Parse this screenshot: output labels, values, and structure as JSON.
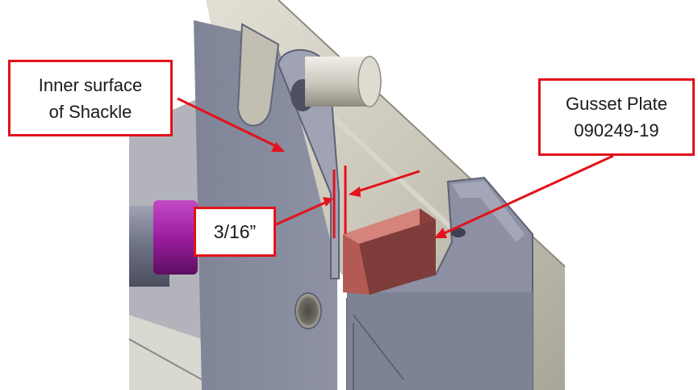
{
  "callouts": {
    "inner_surface": {
      "text": "Inner surface\nof Shackle"
    },
    "gusset_plate": {
      "text": "Gusset Plate\n090249-19"
    },
    "dimension": {
      "text": "3/16”"
    }
  },
  "colors": {
    "annotation_red": "#e3121b",
    "steel_blue_grey": "#8b90a2",
    "beige_tube": "#cfcbbf",
    "gusset_plate": "#b45a55",
    "magenta_cylinder": "#a01fa4"
  }
}
